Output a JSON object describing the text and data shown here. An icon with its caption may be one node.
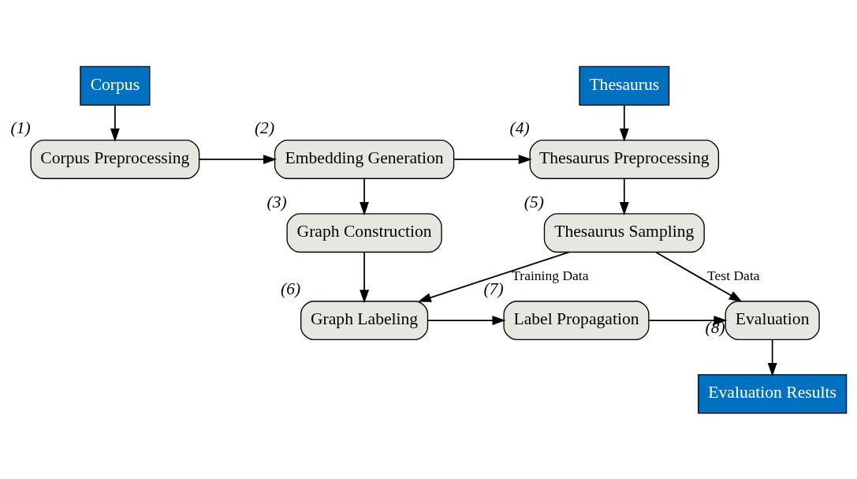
{
  "diagram": {
    "nodes": [
      {
        "text": [
          "Corpus"
        ]
      },
      {
        "text": [
          "Corpus Preprocessing"
        ],
        "beside": [
          "(1)"
        ]
      },
      {
        "text": [
          "Embedding Generation"
        ],
        "beside": [
          "(2)"
        ]
      },
      {
        "text": [
          "Thesaurus"
        ]
      },
      {
        "text": [
          "Thesaurus Preprocessing"
        ],
        "beside": [
          "(4)"
        ]
      },
      {
        "text": [
          "Graph Construction"
        ],
        "beside": [
          "(3)"
        ]
      },
      {
        "text": [
          "Thesaurus Sampling"
        ],
        "beside": [
          "(5)"
        ]
      },
      {
        "text": [
          "Graph Labeling"
        ],
        "beside": [
          "(6)"
        ]
      },
      {
        "text": [
          "Label Propagation"
        ],
        "beside": [
          "(7)"
        ]
      },
      {
        "text": [
          "Evaluation"
        ],
        "beside": [
          "(8)"
        ]
      },
      {
        "text": [
          "Evaluation Results"
        ]
      }
    ],
    "edges": [
      {
        "from": 0,
        "to": 1,
        "arrow": "to"
      },
      {
        "from": 1,
        "to": 2,
        "arrow": "to"
      },
      {
        "from": 2,
        "to": 4,
        "arrow": "to"
      },
      {
        "from": 3,
        "to": 4,
        "arrow": "to"
      },
      {
        "from": 2,
        "to": 5,
        "arrow": "to"
      },
      {
        "from": 4,
        "to": 6,
        "arrow": "to"
      },
      {
        "from": 5,
        "to": 7,
        "arrow": "to"
      },
      {
        "from": 6,
        "to": 7,
        "arrow": "to",
        "label": "Training Data"
      },
      {
        "from": 6,
        "to": 9,
        "arrow": "to",
        "label": "Test Data"
      },
      {
        "from": 7,
        "to": 8,
        "arrow": "to"
      },
      {
        "from": 8,
        "to": 9,
        "arrow": "to"
      },
      {
        "from": 9,
        "to": 10,
        "arrow": "to"
      }
    ]
  }
}
